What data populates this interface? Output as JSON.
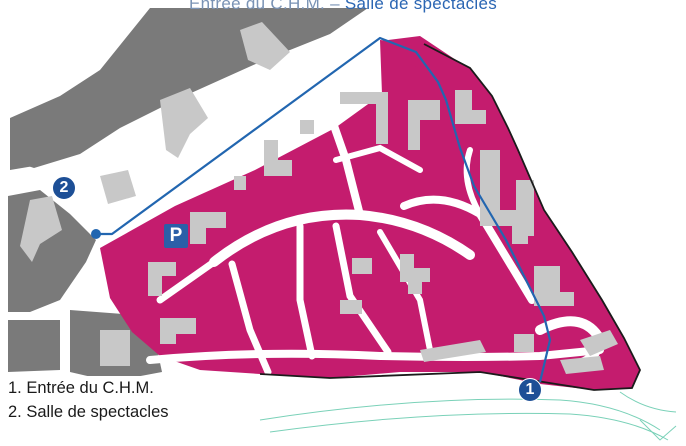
{
  "header": {
    "title_prefix": "Entrée du C.H.M. – ",
    "title_accent": "Salle de spectacles"
  },
  "legend": {
    "items": [
      "1. Entrée du C.H.M.",
      "2. Salle de spectacles"
    ]
  },
  "markers": {
    "entrance": "1",
    "venue": "2",
    "parking": "P"
  },
  "colors": {
    "campus": "#c41c6e",
    "buildings": "#c8c8c8",
    "city_blocks": "#7a7a7a",
    "route": "#2266b0",
    "marker": "#1d4f96"
  }
}
